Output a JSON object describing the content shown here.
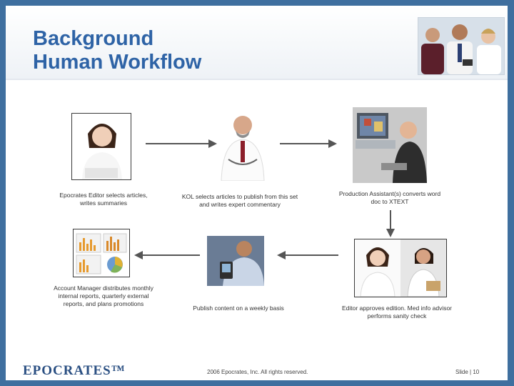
{
  "title": {
    "line1": "Background",
    "line2": "Human Workflow"
  },
  "steps": [
    {
      "caption_line1": "Epocrates Editor selects articles,",
      "caption_line2": "writes  summaries"
    },
    {
      "caption_line1": "KOL selects articles to publish from this set",
      "caption_line2": "and writes expert commentary"
    },
    {
      "caption_line1": "Production Assistant(s) converts word",
      "caption_line2": "doc to XTEXT"
    },
    {
      "caption_line1": "Editor approves edition.  Med info advisor",
      "caption_line2": "performs sanity check"
    },
    {
      "caption_line1": "Publish content on a weekly basis",
      "caption_line2": ""
    },
    {
      "caption_line1": "Account Manager distributes monthly",
      "caption_line2": "internal reports, quarterly external",
      "caption_line3": "reports, and plans promotions"
    }
  ],
  "footer": {
    "logo": "EPOCRATES™",
    "copyright": "2006 Epocrates, Inc. All rights reserved.",
    "slide_label": "Slide | 10"
  },
  "colors": {
    "frame": "#3f6f9f",
    "title": "#2e63a6",
    "arrow": "#555555"
  }
}
